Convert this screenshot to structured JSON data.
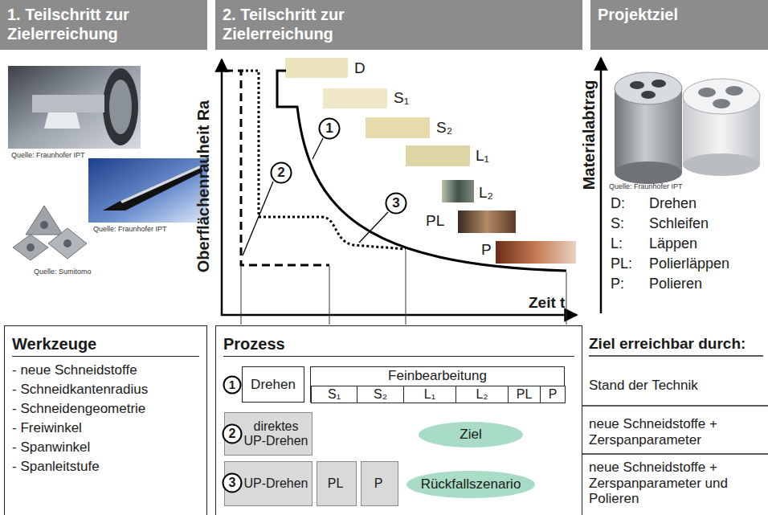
{
  "diagram": {
    "nodes": [
      {
        "text": [
          "1. Teilschritt zur Zielerreichung"
        ]
      },
      {
        "text": [
          "2. Teilschritt zur Zielerreichung"
        ]
      },
      {
        "text": [
          "Projektziel"
        ]
      },
      {
        "text": [
          "1"
        ]
      },
      {
        "text": [
          "2"
        ]
      },
      {
        "text": [
          "3"
        ]
      },
      {
        "text": [
          "Werkzeuge",
          "- neue Schneidstoffe",
          "- Schneidkantenradius",
          "- Schneidengeometrie",
          "- Freiwinkel",
          "- Spanwinkel",
          "- Spanleitstufe"
        ]
      },
      {
        "text": [
          "Prozess"
        ]
      },
      {
        "text": [
          "1"
        ],
        "in": 7
      },
      {
        "text": [
          "Drehen"
        ],
        "in": 7
      },
      {
        "text": [
          "Feinbearbeitung"
        ],
        "in": 7
      },
      {
        "text": [
          "S₁"
        ],
        "in": 10
      },
      {
        "text": [
          "S₂"
        ],
        "in": 10
      },
      {
        "text": [
          "L₁"
        ],
        "in": 10
      },
      {
        "text": [
          "L₂"
        ],
        "in": 10
      },
      {
        "text": [
          "PL"
        ],
        "in": 10
      },
      {
        "text": [
          "P"
        ],
        "in": 10
      },
      {
        "text": [
          "2"
        ],
        "in": 7
      },
      {
        "text": [
          "direktes UP-Drehen"
        ],
        "in": 7
      },
      {
        "text": [
          "Ziel"
        ],
        "in": 7
      },
      {
        "text": [
          "3"
        ],
        "in": 7
      },
      {
        "text": [
          "UP-Drehen"
        ],
        "in": 7
      },
      {
        "text": [
          "PL"
        ],
        "in": 7
      },
      {
        "text": [
          "P"
        ],
        "in": 7
      },
      {
        "text": [
          "Rückfallszenario"
        ],
        "in": 7
      }
    ],
    "labels": [
      "Quelle: Fraunhofer IPT",
      "Quelle: Fraunhofer IPT",
      "Quelle: Sumitomo",
      "Oberflächenrauheit Ra",
      "D",
      "S₁",
      "S₂",
      "L₁",
      "L₂",
      "PL",
      "P",
      "Zeit t",
      "Materialabtrag",
      "Quelle: Fraunhofer IPT",
      "D:",
      "Drehen",
      "S:",
      "Schleifen",
      "L:",
      "Läppen",
      "PL:",
      "Polierläppen",
      "P:",
      "Polieren",
      "Ziel erreichbar durch:",
      "Stand der Technik",
      "neue Schneidstoffe + Zerspanparameter",
      "neue Schneidstoffe + Zerspanparameter und Polieren"
    ]
  }
}
